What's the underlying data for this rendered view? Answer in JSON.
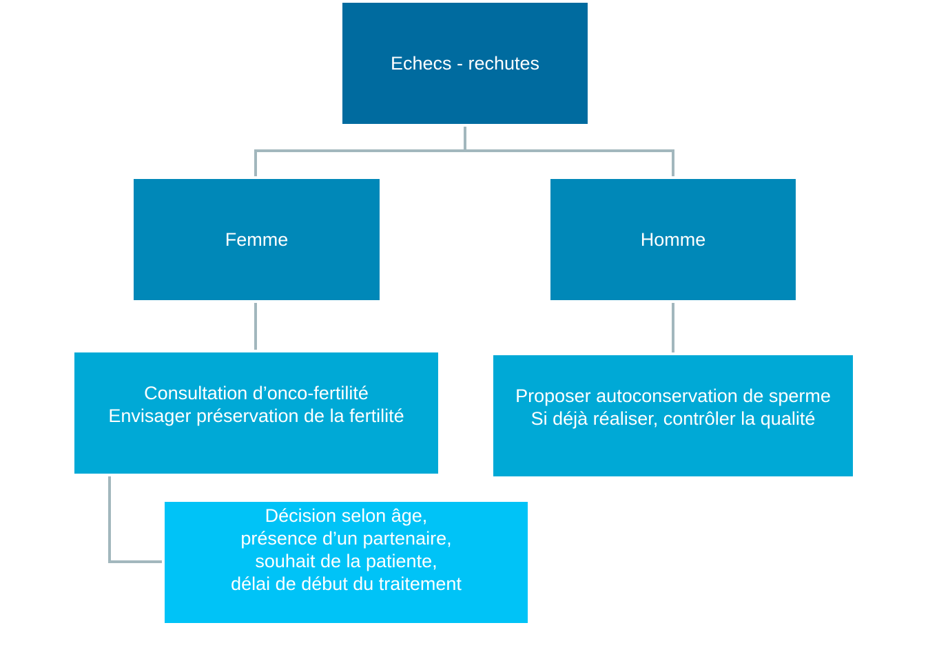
{
  "diagram": {
    "root": {
      "label": "Echecs - rechutes"
    },
    "femme": {
      "label": "Femme"
    },
    "homme": {
      "label": "Homme"
    },
    "consultation": {
      "label": "Consultation d’onco-fertilité\nEnvisager préservation de la fertilité"
    },
    "proposer": {
      "label": "Proposer autoconservation de sperme\nSi déjà réaliser, contrôler la qualité"
    },
    "decision": {
      "label": "Décision selon âge,\nprésence d’un partenaire,\nsouhait de la patiente,\ndélai de début du traitement"
    },
    "colors": {
      "level1": "#006b9f",
      "level2": "#0088b8",
      "level3": "#00a9d6",
      "level4": "#00c3f7",
      "connector": "#a2b7bd"
    }
  }
}
